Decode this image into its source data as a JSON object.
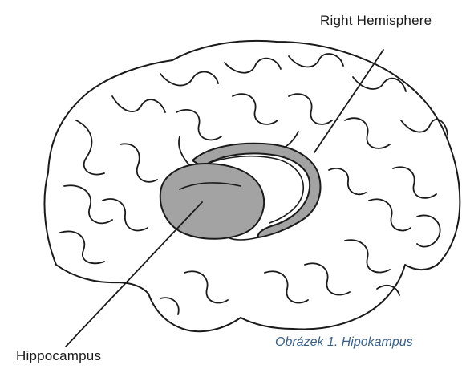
{
  "labels": {
    "right_hemisphere": "Right Hemisphere",
    "hippocampus": "Hippocampus"
  },
  "caption": "Obrázek 1. Hipokampus",
  "colors": {
    "outline": "#1a1a1a",
    "shaded_region": "#a3a3a3",
    "caption": "#3a5f86"
  }
}
